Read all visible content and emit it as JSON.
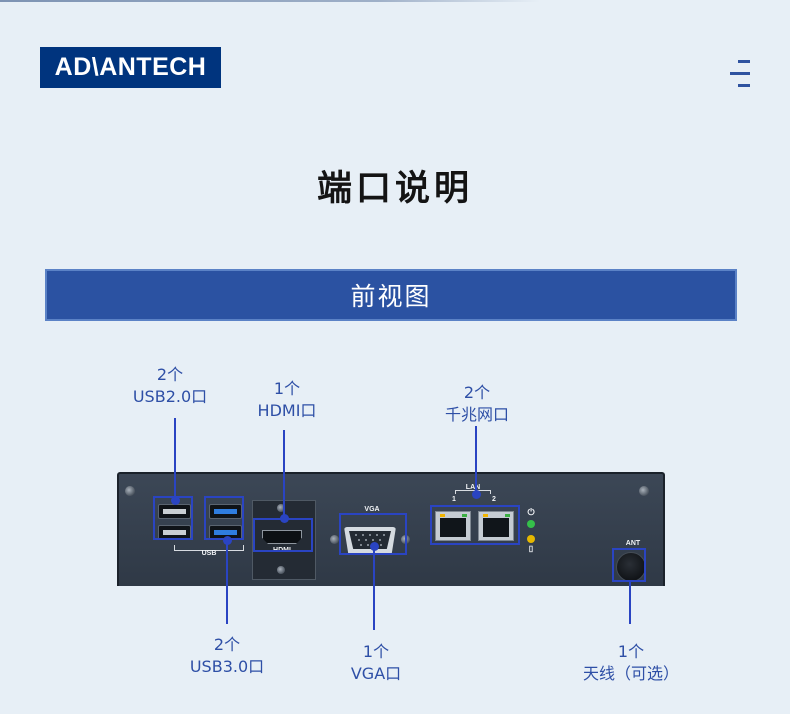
{
  "brand": {
    "logo_text": "AD\\ANTECH"
  },
  "header": {
    "menu_icon": "hamburger-menu-icon"
  },
  "page_title": "端口说明",
  "section": {
    "title": "前视图"
  },
  "device_labels": {
    "usb": "USB",
    "hdmi": "HDMI",
    "vga": "VGA",
    "lan": "LAN",
    "lan_1": "1",
    "lan_2": "2",
    "ant": "ANT"
  },
  "callouts": {
    "usb2": {
      "count": "2个",
      "name": "USB2.0口"
    },
    "hdmi": {
      "count": "1个",
      "name": "HDMI口"
    },
    "lan": {
      "count": "2个",
      "name": "千兆网口"
    },
    "usb3": {
      "count": "2个",
      "name": "USB3.0口"
    },
    "vga": {
      "count": "1个",
      "name": "VGA口"
    },
    "antenna": {
      "count": "1个",
      "name": "天线（可选）"
    }
  },
  "colors": {
    "background": "#e7eff6",
    "brand_blue": "#00347e",
    "section_blue": "#2b52a2",
    "callout_line": "#2a44c2",
    "label_text": "#2e4fa6"
  }
}
